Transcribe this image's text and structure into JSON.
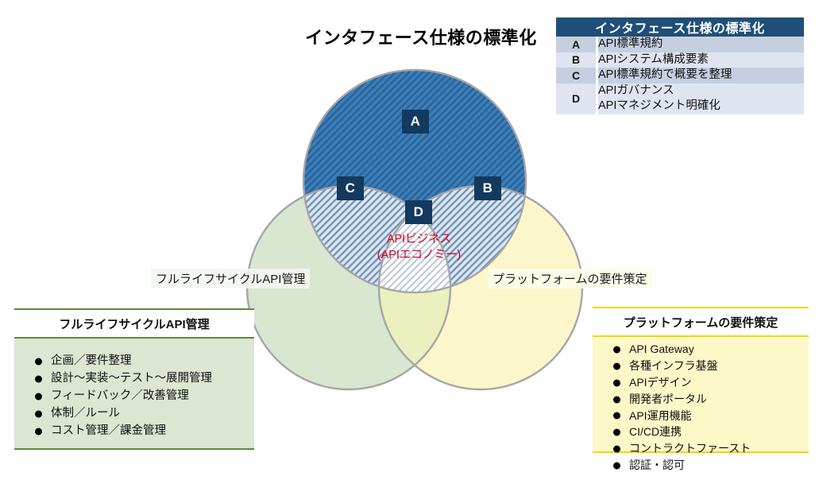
{
  "main_title": "インタフェース仕様の標準化",
  "venn": {
    "top_circle_label": "インタフェース仕様の標準化",
    "left_circle_label": "フルライフサイクルAPI管理",
    "right_circle_label": "プラットフォームの要件策定",
    "markers": {
      "a": "A",
      "b": "B",
      "c": "C",
      "d": "D"
    },
    "center_text_line1": "APIビジネス",
    "center_text_line2": "(APIエコノミー)",
    "colors": {
      "top_fill": "#3C7EBB",
      "left_fill": "#D9E6D0",
      "right_fill": "#FCF6C8",
      "marker_bg": "#13395E",
      "center_text": "#D0021B",
      "outline": "#A6A6A6"
    }
  },
  "legend": {
    "header": "インタフェース仕様の標準化",
    "header_bg": "#1F4E79",
    "rows": [
      {
        "key": "A",
        "value": [
          "API標準規約"
        ]
      },
      {
        "key": "B",
        "value": [
          "APIシステム構成要素"
        ]
      },
      {
        "key": "C",
        "value": [
          "API標準規約で概要を整理"
        ]
      },
      {
        "key": "D",
        "value": [
          "APIガバナンス",
          "APIマネジメント明確化"
        ]
      }
    ]
  },
  "info_box_left": {
    "title": "フルライフサイクルAPI管理",
    "accent": "#5C8A41",
    "background": "#DCE6D2",
    "items": [
      "企画／要件整理",
      "設計〜実装〜テスト〜展開管理",
      "フィードバック／改善管理",
      "体制／ルール",
      "コスト管理／課金管理"
    ]
  },
  "info_box_right": {
    "title": "プラットフォームの要件策定",
    "accent": "#F2D40B",
    "background": "#FCF8C8",
    "items": [
      "API Gateway",
      "各種インフラ基盤",
      "APIデザイン",
      "開発者ポータル",
      "API運用機能",
      "CI/CD連携",
      "コントラクトファースト",
      "認証・認可"
    ]
  }
}
